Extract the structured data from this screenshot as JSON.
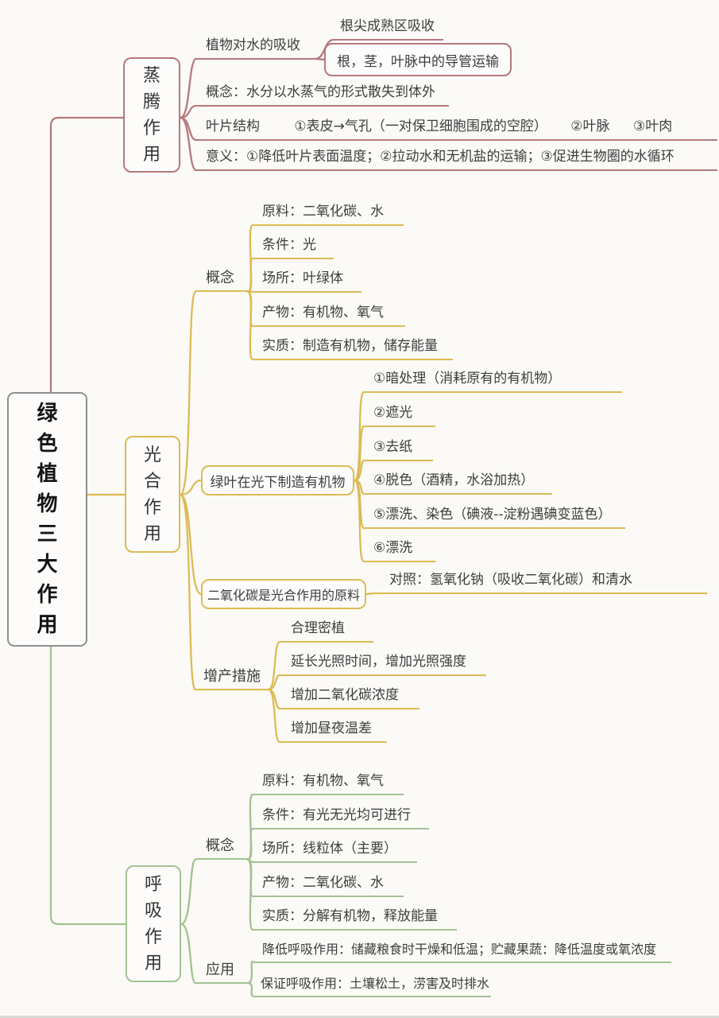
{
  "root": {
    "title": "绿色植物三大作用"
  },
  "colors": {
    "transpiration": "#b5797c",
    "photosynthesis": "#dcbb54",
    "respiration": "#a3c293",
    "root_border": "#8f8f8f",
    "text": "#3d3d3d",
    "background": "#fbfaf7"
  },
  "transpiration": {
    "title": "蒸腾作用",
    "water_absorption": {
      "label": "植物对水的吸收",
      "root_tip": "根尖成熟区吸收",
      "vessel": "根，茎，叶脉中的导管运输"
    },
    "concept": "概念：水分以水蒸气的形式散失到体外",
    "leaf_structure_label": "叶片结构",
    "leaf_structure_items": [
      "①表皮→气孔（一对保卫细胞围成的空腔）",
      "②叶脉",
      "③叶肉"
    ],
    "significance": "意义：①降低叶片表面温度；②拉动水和无机盐的运输；③促进生物圈的水循环"
  },
  "photosynthesis": {
    "title": "光合作用",
    "concept_label": "概念",
    "concept_items": [
      "原料：二氧化碳、水",
      "条件：光",
      "场所：叶绿体",
      "产物：有机物、氧气",
      "实质：制造有机物，储存能量"
    ],
    "experiment": {
      "label": "绿叶在光下制造有机物",
      "steps": [
        "①暗处理（消耗原有的有机物）",
        "②遮光",
        "③去纸",
        "④脱色（酒精，水浴加热）",
        "⑤漂洗、染色（碘液--淀粉遇碘变蓝色）",
        "⑥漂洗"
      ]
    },
    "co2": {
      "label": "二氧化碳是光合作用的原料",
      "contrast": "对照：氢氧化钠（吸收二氧化碳）和清水"
    },
    "yield": {
      "label": "增产措施",
      "measures": [
        "合理密植",
        "延长光照时间，增加光照强度",
        "增加二氧化碳浓度",
        "增加昼夜温差"
      ]
    }
  },
  "respiration": {
    "title": "呼吸作用",
    "concept_label": "概念",
    "concept_items": [
      "原料：有机物、氧气",
      "条件：有光无光均可进行",
      "场所：线粒体（主要）",
      "产物：二氧化碳、水",
      "实质：分解有机物，释放能量"
    ],
    "application_label": "应用",
    "application_items": [
      "降低呼吸作用：储藏粮食时干燥和低温；贮藏果蔬：降低温度或氧浓度",
      "保证呼吸作用：土壤松土，涝害及时排水"
    ]
  }
}
